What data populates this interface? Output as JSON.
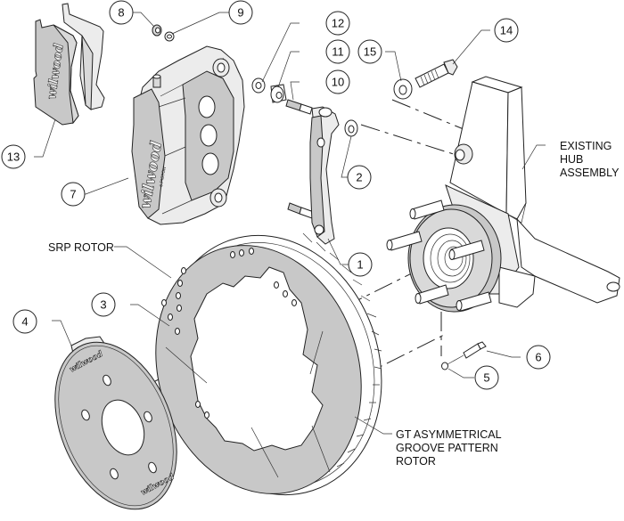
{
  "diagram": {
    "title": "Wilwood front brake kit exploded view",
    "brand_mark": "wilwood",
    "caliper_marking": "6 PISTON",
    "callouts": [
      {
        "id": "1",
        "part": "caliper-mounting-bracket"
      },
      {
        "id": "2",
        "part": "bracket-spacer-washer"
      },
      {
        "id": "3",
        "part": "rotor"
      },
      {
        "id": "4",
        "part": "rotor-hat"
      },
      {
        "id": "5",
        "part": "hat-bolt-washer"
      },
      {
        "id": "6",
        "part": "hat-bolt"
      },
      {
        "id": "7",
        "part": "caliper"
      },
      {
        "id": "8",
        "part": "bleeder-screw"
      },
      {
        "id": "9",
        "part": "bleeder-washer"
      },
      {
        "id": "10",
        "part": "caliper-mounting-stud"
      },
      {
        "id": "11",
        "part": "caliper-spacer"
      },
      {
        "id": "12",
        "part": "caliper-washer"
      },
      {
        "id": "13",
        "part": "brake-pads"
      },
      {
        "id": "14",
        "part": "bracket-bolt"
      },
      {
        "id": "15",
        "part": "bracket-bolt-washer"
      }
    ],
    "labels": {
      "srp_rotor": "SRP ROTOR",
      "hub_line1": "EXISTING",
      "hub_line2": "HUB",
      "hub_line3": "ASSEMBLY",
      "gt_line1": "GT ASYMMETRICAL",
      "gt_line2": "GROOVE PATTERN",
      "gt_line3": "ROTOR"
    },
    "colors": {
      "line": "#222222",
      "part_fill": "#c8c8c8",
      "part_fill_light": "#d9d9d9",
      "background": "#ffffff"
    }
  }
}
